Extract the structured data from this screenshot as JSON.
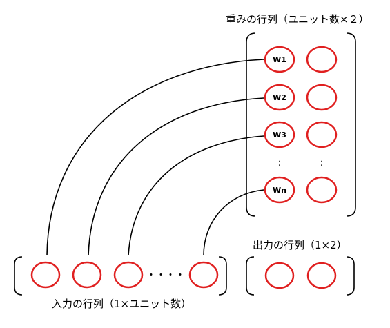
{
  "labels": {
    "weight_matrix_title": "重みの行列（ユニット数×２）",
    "output_matrix_title": "出力の行列（1×2）",
    "input_matrix_title": "入力の行列（1×ユニット数）",
    "input_ellipsis": "・・・・",
    "weight_ellipsis_left": ":",
    "weight_ellipsis_right": ":"
  },
  "weight_matrix": {
    "column_1_labels": [
      "W1",
      "W2",
      "W3",
      "Wn"
    ],
    "columns": 2
  },
  "input_matrix": {
    "visible_units": 4
  },
  "output_matrix": {
    "units": 2
  },
  "colors": {
    "node_stroke": "#e02020",
    "line": "#000000",
    "text": "#000000"
  }
}
